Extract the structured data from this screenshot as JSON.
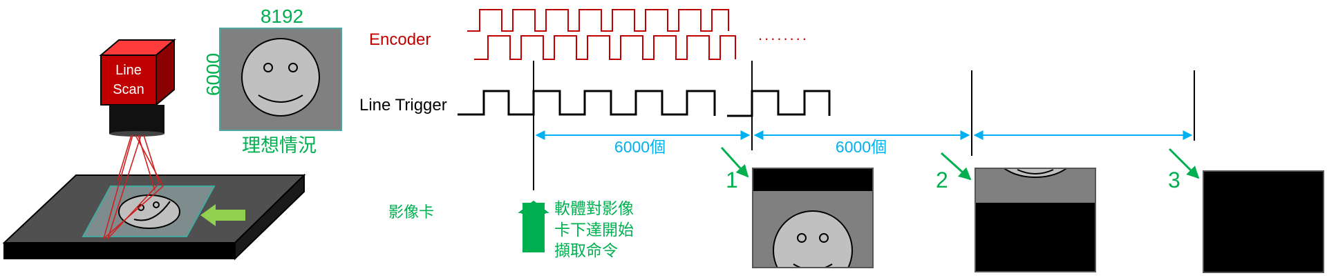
{
  "colors": {
    "encoder": "#c00000",
    "trigger": "#000000",
    "green": "#00b050",
    "cyan": "#00b0f0",
    "camera_front": "#c00000",
    "camera_top": "#ff3b3b",
    "camera_side": "#8b0000",
    "gray_bg": "#808080",
    "face": "#c0c0c0",
    "arrow_light_green": "#92d050"
  },
  "camera": {
    "label_line1": "Line",
    "label_line2": "Scan"
  },
  "ideal_image": {
    "width_label": "8192",
    "height_label": "6000",
    "caption": "理想情況"
  },
  "timing": {
    "encoder_label": "Encoder",
    "encoder_continuation": "........",
    "trigger_label": "Line Trigger",
    "span1_label": "6000個",
    "span2_label": "6000個",
    "frame_grabber_label": "影像卡",
    "start_note": [
      "軟體對影像",
      "卡下達開始",
      "擷取命令"
    ]
  },
  "frames": [
    {
      "number": "1"
    },
    {
      "number": "2"
    },
    {
      "number": "3"
    }
  ]
}
